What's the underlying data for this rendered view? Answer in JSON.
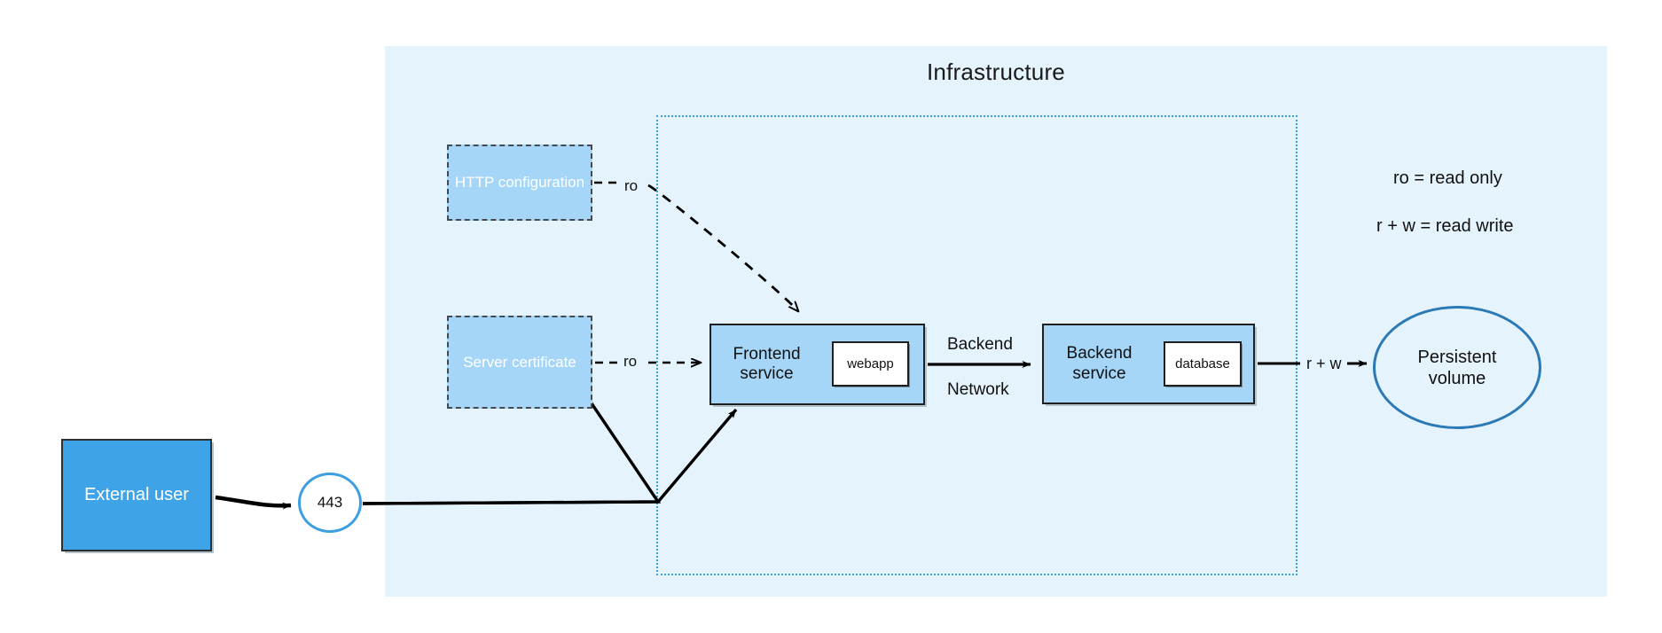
{
  "diagram": {
    "title": "Infrastructure",
    "boundary_name": "Backend Network"
  },
  "nodes": {
    "http_configuration": {
      "label": "HTTP configuration",
      "kind": "config-secret",
      "style": "dashed"
    },
    "server_certificate": {
      "label": "Server certificate",
      "kind": "config-secret",
      "style": "dashed"
    },
    "frontend_service": {
      "label": "Frontend\nservice",
      "container": "webapp"
    },
    "backend_service": {
      "label": "Backend\nservice",
      "container": "database"
    },
    "external_user": {
      "label": "External user"
    },
    "port": {
      "label": "443"
    },
    "persistent_volume": {
      "label": "Persistent\nvolume"
    }
  },
  "edges": [
    {
      "from": "http_configuration",
      "to": "frontend_service",
      "label": "ro",
      "style": "dashed"
    },
    {
      "from": "server_certificate",
      "to": "frontend_service",
      "label": "ro",
      "style": "dashed"
    },
    {
      "from": "frontend_service",
      "to": "backend_service",
      "label_line1": "Backend",
      "label_line2": "Network",
      "style": "solid"
    },
    {
      "from": "backend_service",
      "to": "persistent_volume",
      "label": "r + w",
      "style": "solid"
    },
    {
      "from": "external_user",
      "to": "port",
      "label": "",
      "style": "solid"
    },
    {
      "from": "port",
      "to": "frontend_service",
      "label": "",
      "style": "solid"
    }
  ],
  "edge_labels": {
    "ro_http": "ro",
    "ro_cert": "ro",
    "backend_network_line1": "Backend",
    "backend_network_line2": "Network",
    "read_write": "r + w"
  },
  "legend": {
    "read_only": "ro = read only",
    "read_write": "r + w = read write"
  },
  "colors": {
    "infrastructure_panel": "#e5f3fc",
    "node_fill": "#a5d6f8",
    "external_user_fill": "#3fa3e8",
    "network_boundary": "#3d9fe0",
    "volume_stroke": "#2b79b5",
    "container_fill": "#ffffff",
    "edge_stroke": "#000000"
  }
}
